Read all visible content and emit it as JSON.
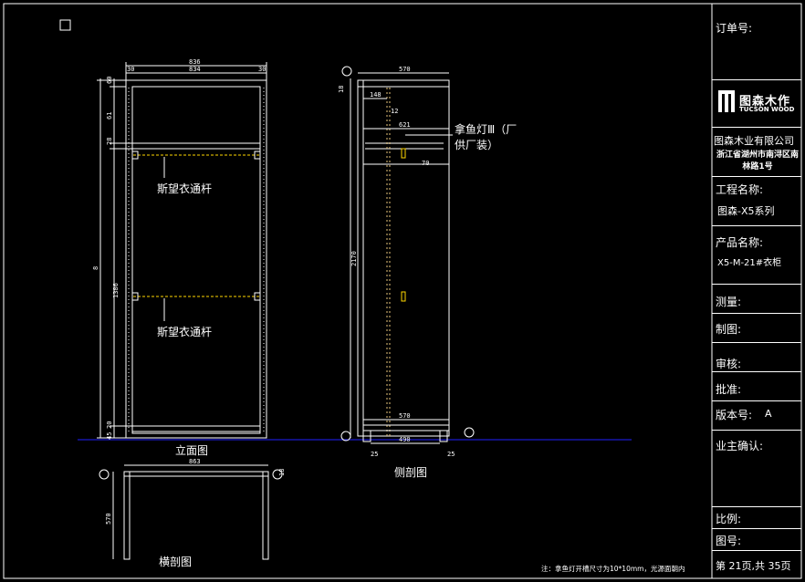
{
  "drawing": {
    "front_view": {
      "title": "立面图",
      "width_outer": "836",
      "width_inner": "834",
      "left_inset": "30",
      "right_inset": "30",
      "top_dims": [
        "60",
        "61",
        "28"
      ],
      "middle_dim": "1386",
      "height_total": "8",
      "bottom_dims": [
        "20",
        "45"
      ],
      "rod_label_1": "斯望衣通杆",
      "rod_label_2": "斯望衣通杆"
    },
    "side_view": {
      "title": "侧剖图",
      "top_width": "570",
      "bottom_width": "570",
      "bottom_inner": "490",
      "dim_148": "148",
      "dim_12": "12",
      "dim_621": "621",
      "dim_70": "70",
      "dim_18": "18",
      "height_dim": "2170",
      "foot_left": "25",
      "foot_right": "25",
      "light_label_line1": "拿鱼灯Ⅲ（厂",
      "light_label_line2": "供厂装）"
    },
    "plan_view": {
      "title": "横剖图",
      "width": "863",
      "depth": "570",
      "thickness": "18"
    },
    "note": "注：拿鱼灯开槽尺寸为10*10mm，光源面朝内"
  },
  "title_block": {
    "order_no_label": "订单号:",
    "logo_main": "图森木作",
    "logo_sub": "TUCSON WOOD",
    "company": "图森木业有限公司",
    "address": "浙江省湖州市南浔区南林路1号",
    "project_label": "工程名称:",
    "project_value": "图森-X5系列",
    "product_label": "产品名称:",
    "product_value": "X5-M-21#衣柜",
    "measure_label": "测量:",
    "draw_label": "制图:",
    "review_label": "审核:",
    "approve_label": "批准:",
    "version_label": "版本号:",
    "version_value": "A",
    "owner_label": "业主确认:",
    "scale_label": "比例:",
    "drawing_no_label": "图号:",
    "page_label": "第 21页,共 35页"
  },
  "colors": {
    "background": "#000000",
    "lines": "#ffffff",
    "ground_line": "#0000ff",
    "dim_lines": "#00ffff",
    "rod_color": "#ffff00"
  }
}
